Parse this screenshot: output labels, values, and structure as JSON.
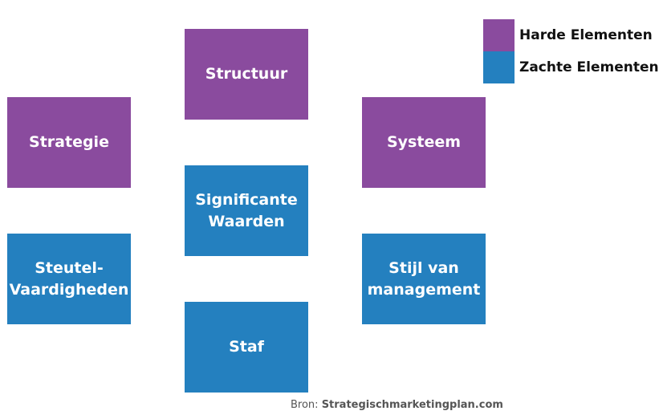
{
  "colors": {
    "hard": "#8a4b9e",
    "soft": "#2480bf"
  },
  "boxes": {
    "structuur": {
      "label": "Structuur",
      "category": "hard"
    },
    "strategie": {
      "label": "Strategie",
      "category": "hard"
    },
    "systeem": {
      "label": "Systeem",
      "category": "hard"
    },
    "waarden": {
      "label": "Significante\nWaarden",
      "category": "soft"
    },
    "steutel": {
      "label": "Steutel-\nVaardigheden",
      "category": "soft"
    },
    "stijl": {
      "label": "Stijl van\nmanagement",
      "category": "soft"
    },
    "staf": {
      "label": "Staf",
      "category": "soft"
    }
  },
  "legend": {
    "hard_label": "Harde Elementen",
    "soft_label": "Zachte Elementen"
  },
  "source": {
    "prefix": "Bron: ",
    "site": "Strategischmarketingplan.com"
  }
}
